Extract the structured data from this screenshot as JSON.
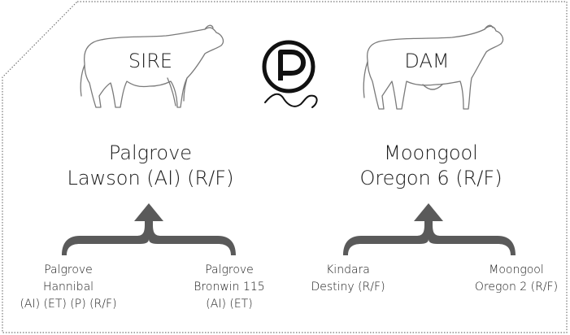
{
  "sire": {
    "label": "SIRE",
    "name_lines": [
      "Palgrove",
      "Lawson (AI) (R/F)"
    ],
    "parents": [
      {
        "lines": [
          "Palgrove",
          "Hannibal",
          "(AI) (ET) (P) (R/F)"
        ]
      },
      {
        "lines": [
          "Palgrove",
          "Bronwin 115",
          "(AI) (ET)"
        ]
      }
    ]
  },
  "dam": {
    "label": "DAM",
    "name_lines": [
      "Moongool",
      "Oregon 6 (R/F)"
    ],
    "parents": [
      {
        "lines": [
          "Kindara",
          "Destiny (R/F)"
        ]
      },
      {
        "lines": [
          "Moongool",
          "Oregon 2 (R/F)"
        ]
      }
    ]
  },
  "badge": {
    "letter": "P"
  },
  "colors": {
    "outline": "#555555",
    "bracket": "#5a5a5a",
    "text": "#1a1a1a"
  },
  "icons": [
    "bull-icon",
    "cow-icon",
    "poll-p-icon"
  ]
}
